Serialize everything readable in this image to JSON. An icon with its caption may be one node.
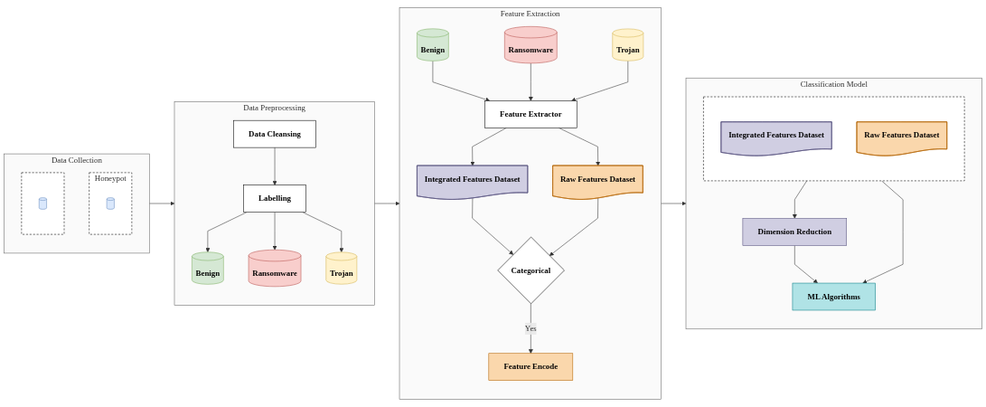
{
  "diagram": {
    "nodes": [
      {
        "text": [
          "Data Collection"
        ]
      },
      {
        "text": [
          "Honeypot"
        ],
        "in": 0
      },
      {
        "text": [],
        "shape": "cylinder",
        "in": 1
      },
      {
        "text": [],
        "shape": "box",
        "in": 0
      },
      {
        "text": [],
        "shape": "cylinder",
        "in": 3
      },
      {
        "text": [
          "Data Preprocessing"
        ]
      },
      {
        "text": [
          "Data Cleansing"
        ],
        "in": 5
      },
      {
        "text": [
          "Labelling"
        ],
        "in": 5
      },
      {
        "text": [
          "Benign"
        ],
        "in": 5
      },
      {
        "text": [
          "Ransomware"
        ],
        "in": 5
      },
      {
        "text": [
          "Trojan"
        ],
        "in": 5
      },
      {
        "text": [
          "Feature Extraction"
        ]
      },
      {
        "text": [
          "Benign"
        ],
        "in": 11
      },
      {
        "text": [
          "Trojan"
        ],
        "in": 11
      },
      {
        "text": [
          "Ransomware"
        ],
        "in": 11
      },
      {
        "text": [
          "Feature Extractor"
        ],
        "in": 11
      },
      {
        "text": [
          "Integrated Features Dataset"
        ],
        "in": 11
      },
      {
        "text": [
          "Raw Features Dataset"
        ],
        "in": 11
      },
      {
        "text": [
          "Categorical"
        ],
        "in": 11
      },
      {
        "text": [
          "Feature Encode"
        ],
        "in": 11
      },
      {
        "text": [
          "Classification Model"
        ]
      },
      {
        "text": [],
        "shape": "box",
        "in": 20
      },
      {
        "text": [
          "Integrated Features Dataset"
        ],
        "in": 21
      },
      {
        "text": [
          "Raw Features Dataset"
        ],
        "in": 21
      },
      {
        "text": [
          "Dimension Reduction"
        ],
        "in": 20
      },
      {
        "text": [
          "ML Algorithms"
        ],
        "in": 20
      }
    ],
    "edges": [
      {
        "from": 0,
        "to": 5,
        "arrow": "to"
      },
      {
        "from": 5,
        "to": 11,
        "arrow": "to"
      },
      {
        "from": 11,
        "to": 20,
        "arrow": "to"
      },
      {
        "from": 6,
        "to": 7,
        "arrow": "to"
      },
      {
        "from": 7,
        "to": 8,
        "arrow": "to"
      },
      {
        "from": 7,
        "to": 9,
        "arrow": "to"
      },
      {
        "from": 7,
        "to": 10,
        "arrow": "to"
      },
      {
        "from": 12,
        "to": 15,
        "arrow": "to"
      },
      {
        "from": 14,
        "to": 15,
        "arrow": "to"
      },
      {
        "from": 13,
        "to": 15,
        "arrow": "to"
      },
      {
        "from": 15,
        "to": 16,
        "arrow": "to"
      },
      {
        "from": 15,
        "to": 17,
        "arrow": "to"
      },
      {
        "from": 16,
        "to": 18,
        "arrow": "to"
      },
      {
        "from": 17,
        "to": 18,
        "arrow": "to"
      },
      {
        "from": 18,
        "to": 19,
        "label": "Yes",
        "arrow": "to"
      },
      {
        "from": 21,
        "to": 25,
        "arrow": "to"
      },
      {
        "from": 21,
        "to": 24,
        "arrow": "to"
      },
      {
        "from": 24,
        "to": 25,
        "arrow": "to"
      }
    ]
  }
}
